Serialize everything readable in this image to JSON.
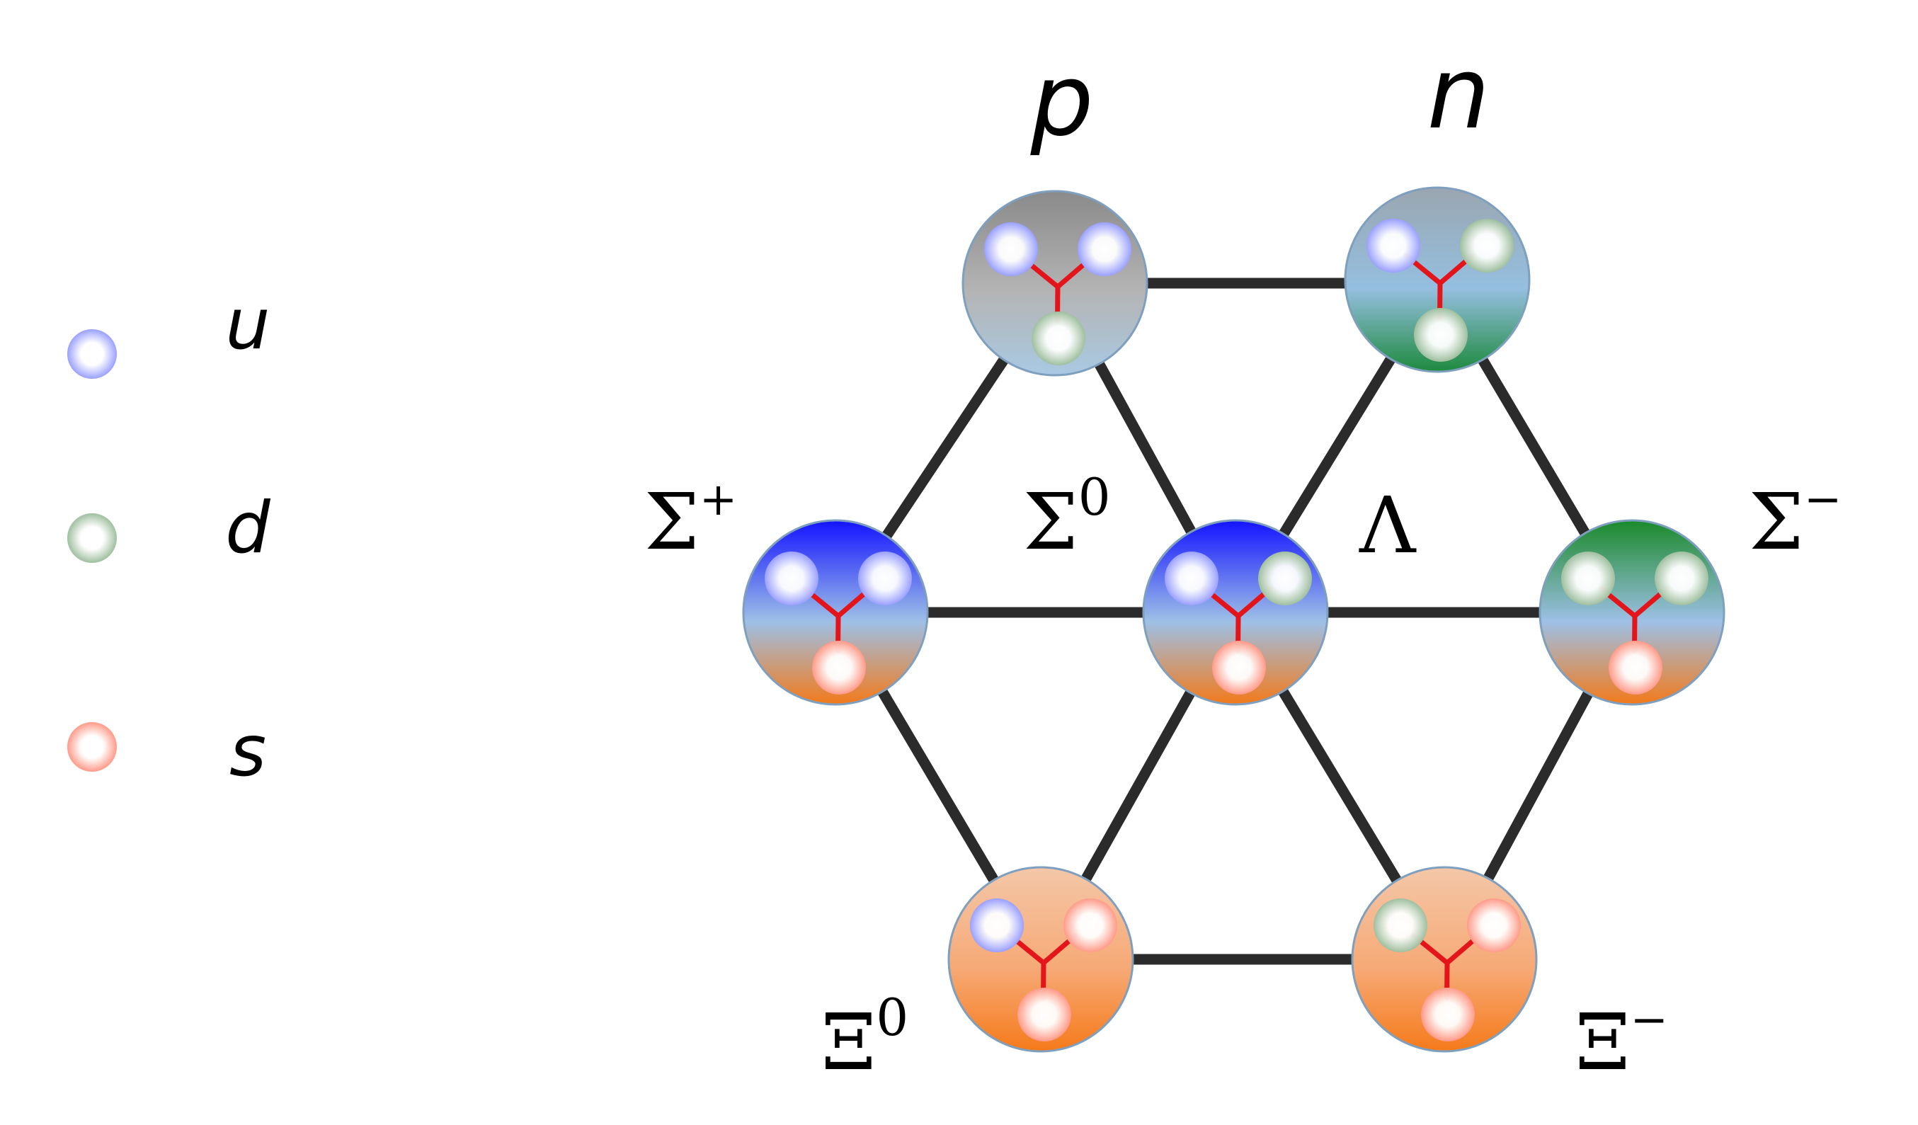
{
  "legend": [
    {
      "id": "u",
      "label": "u",
      "color": "#9aa0ff"
    },
    {
      "id": "d",
      "label": "d",
      "color": "#9fbf9f"
    },
    {
      "id": "s",
      "label": "s",
      "color": "#ff9a88"
    }
  ],
  "colors": {
    "edge": "#2b2b2b",
    "gluon": "#e4141b",
    "quark_u": "#9aa0ff",
    "quark_d": "#9fbf9f",
    "quark_s": "#ff9a88"
  },
  "baryons": [
    {
      "id": "p",
      "name": "p",
      "sup": "",
      "italic": true,
      "quarks": [
        "u",
        "u",
        "d"
      ],
      "gradient": [
        "#8a8a8a",
        "#b4b4b4",
        "#a9c9e3"
      ]
    },
    {
      "id": "n",
      "name": "n",
      "sup": "",
      "italic": true,
      "quarks": [
        "u",
        "d",
        "d"
      ],
      "gradient": [
        "#9aa6b0",
        "#95bfe0",
        "#1d8a3e"
      ]
    },
    {
      "id": "sigma-plus",
      "name": "Σ",
      "sup": "+",
      "italic": false,
      "quarks": [
        "u",
        "u",
        "s"
      ],
      "gradient": [
        "#1414ff",
        "#9ec0e6",
        "#f27a1a"
      ]
    },
    {
      "id": "sigma-zero",
      "name": "Σ",
      "sup": "0",
      "italic": false,
      "quarks": [
        "u",
        "d",
        "s"
      ],
      "gradient": [
        "#1414ff",
        "#9ec0e6",
        "#f27a1a"
      ]
    },
    {
      "id": "lambda",
      "name": "Λ",
      "sup": "",
      "italic": false,
      "quarks": [
        "u",
        "d",
        "s"
      ],
      "gradient": [
        "#1414ff",
        "#9ec0e6",
        "#f27a1a"
      ]
    },
    {
      "id": "sigma-minus",
      "name": "Σ",
      "sup": "−",
      "italic": false,
      "quarks": [
        "d",
        "d",
        "s"
      ],
      "gradient": [
        "#1a8a2a",
        "#9ec0e6",
        "#f27a1a"
      ]
    },
    {
      "id": "xi-zero",
      "name": "Ξ",
      "sup": "0",
      "italic": false,
      "quarks": [
        "u",
        "s",
        "s"
      ],
      "gradient": [
        "#f4c7a8",
        "#f6a976",
        "#f57a1a"
      ]
    },
    {
      "id": "xi-minus",
      "name": "Ξ",
      "sup": "−",
      "italic": false,
      "quarks": [
        "d",
        "s",
        "s"
      ],
      "gradient": [
        "#f4c7a8",
        "#f6a976",
        "#f57a1a"
      ]
    }
  ]
}
